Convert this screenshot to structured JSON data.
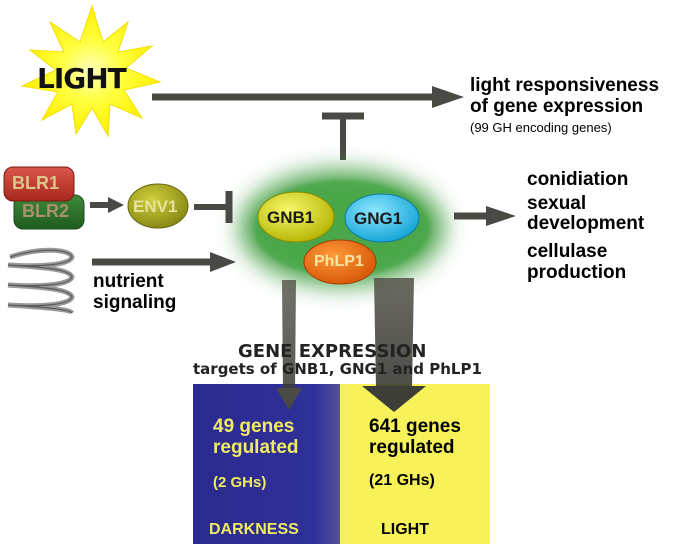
{
  "light_burst": {
    "label": "LIGHT"
  },
  "responsiveness": {
    "line1": "light responsiveness",
    "line2": "of gene expression",
    "note": "(99 GH encoding genes)"
  },
  "photoreceptors": {
    "blr1": "BLR1",
    "blr2": "BLR2",
    "env1": "ENV1"
  },
  "nutrient": {
    "line1": "nutrient",
    "line2": "signaling"
  },
  "complex": {
    "gnb1": "GNB1",
    "gng1": "GNG1",
    "phlp1": "PhLP1"
  },
  "outputs": {
    "item1": "conidiation",
    "item2_line1": "sexual",
    "item2_line2": "development",
    "item3_line1": "cellulase",
    "item3_line2": "production"
  },
  "gene_expression": {
    "title": "GENE EXPRESSION",
    "subtitle": "targets of GNB1, GNG1 and PhLP1"
  },
  "darkness_panel": {
    "genes_line1": "49 genes",
    "genes_line2": "regulated",
    "ghs": "(2 GHs)",
    "label": "DARKNESS",
    "color": "#2e2e93"
  },
  "light_panel": {
    "genes_line1": "641 genes",
    "genes_line2": "regulated",
    "ghs": "(21 GHs)",
    "label": "LIGHT",
    "color": "#f8f25a"
  }
}
